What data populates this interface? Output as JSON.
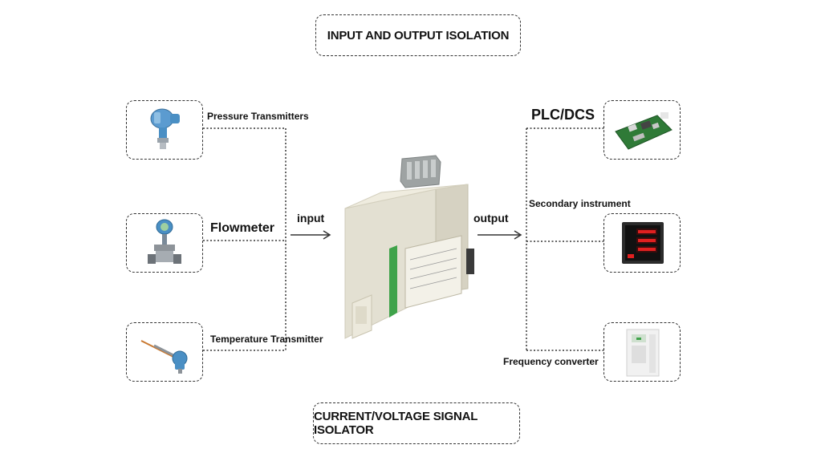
{
  "titles": {
    "top": "INPUT AND OUTPUT ISOLATION",
    "bottom": "CURRENT/VOLTAGE SIGNAL ISOLATOR"
  },
  "inputs": {
    "pressure": "Pressure Transmitters",
    "flowmeter": "Flowmeter",
    "temperature": "Temperature Transmitter"
  },
  "outputs": {
    "plc": "PLC/DCS",
    "secondary": "Secondary instrument",
    "frequency": "Frequency converter"
  },
  "arrows": {
    "input": "input",
    "output": "output"
  },
  "colors": {
    "dash": "#333333",
    "device_blue": "#4a8fc4",
    "pcb_green": "#3a8a3e",
    "isolator_body": "#e9e6d8",
    "isolator_green": "#3fa34a",
    "display_red": "#e02020"
  },
  "icons": {
    "pressure": "pressure-transmitter-icon",
    "flowmeter": "flowmeter-icon",
    "temperature": "temperature-transmitter-icon",
    "plc": "pcb-board-icon",
    "secondary": "panel-meter-icon",
    "frequency": "frequency-converter-icon",
    "isolator": "signal-isolator-icon"
  }
}
